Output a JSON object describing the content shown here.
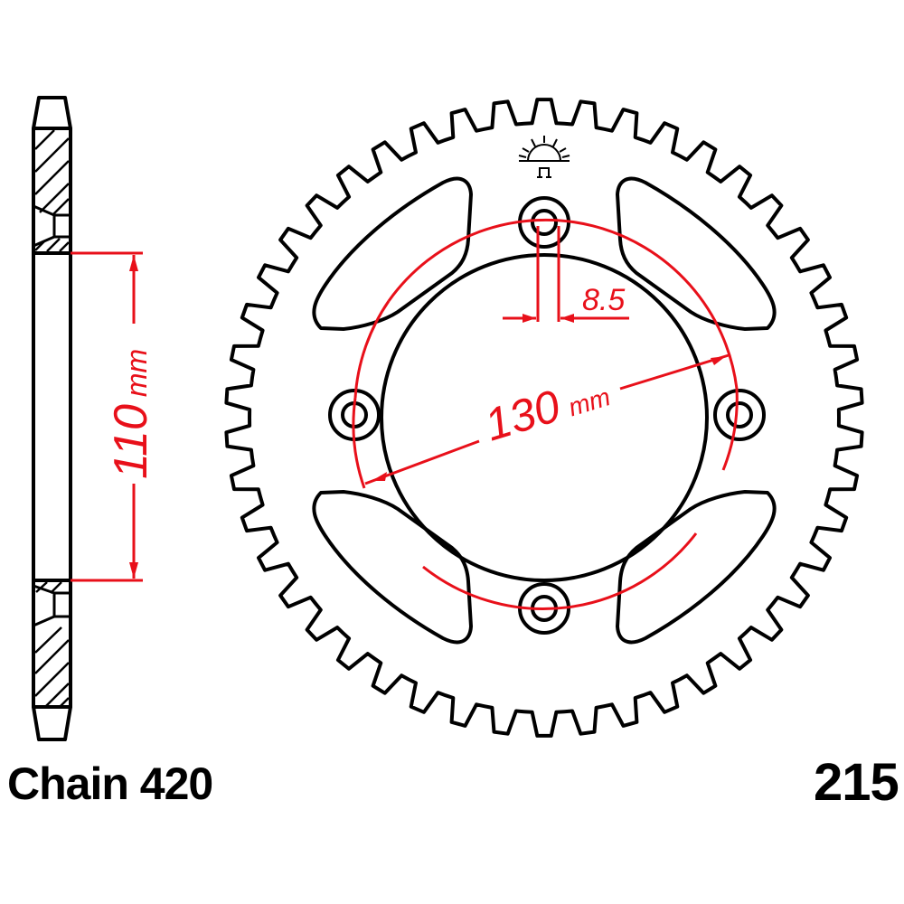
{
  "diagram": {
    "type": "technical-drawing",
    "subject": "Rear chain sprocket",
    "chain_label": "Chain 420",
    "part_number": "215",
    "dimensions": {
      "hub_height": {
        "value": "110",
        "unit": "mm"
      },
      "pcd": {
        "value": "130",
        "unit": "mm"
      },
      "bolt_hole": {
        "value": "8.5"
      }
    },
    "features": {
      "teeth_count_approx": 46,
      "bolt_holes": 4,
      "lightening_cutouts": 4,
      "logo": "sun-over-ground-emblem"
    },
    "colors": {
      "outline": "#000000",
      "dimension": "#e8101a",
      "background": "#ffffff"
    }
  }
}
